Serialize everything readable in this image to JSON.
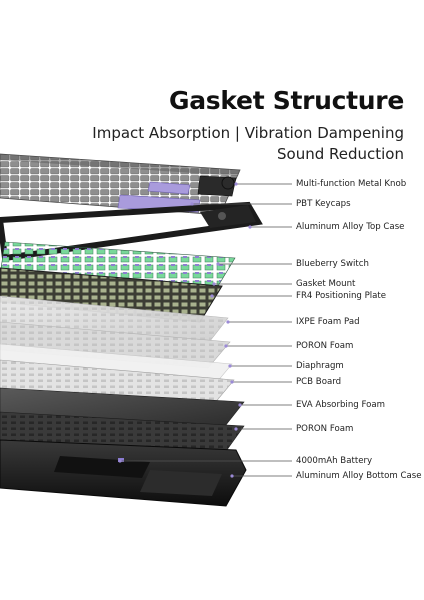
{
  "header": {
    "title": "Gasket Structure",
    "subtitle_line1": "Impact Absorption | Vibration Dampening",
    "subtitle_line2": "Sound Reduction"
  },
  "layers": [
    "Multi-function Metal Knob",
    "PBT Keycaps",
    "Aluminum Alloy Top Case",
    "Blueberry Switch",
    "Gasket Mount",
    "FR4 Positioning Plate",
    "IXPE Foam Pad",
    "PORON Foam",
    "Diaphragm",
    "PCB Board",
    "EVA Absorbing Foam",
    "PORON Foam",
    "4000mAh Battery",
    "Aluminum Alloy Bottom Case"
  ],
  "colors": {
    "accent": "#9b8ad6",
    "keycap_dark": "#3a3a3a",
    "keycap_grey": "#8a8a8a",
    "switch_green": "#6fcf8a",
    "case_black": "#1c1c1c"
  }
}
